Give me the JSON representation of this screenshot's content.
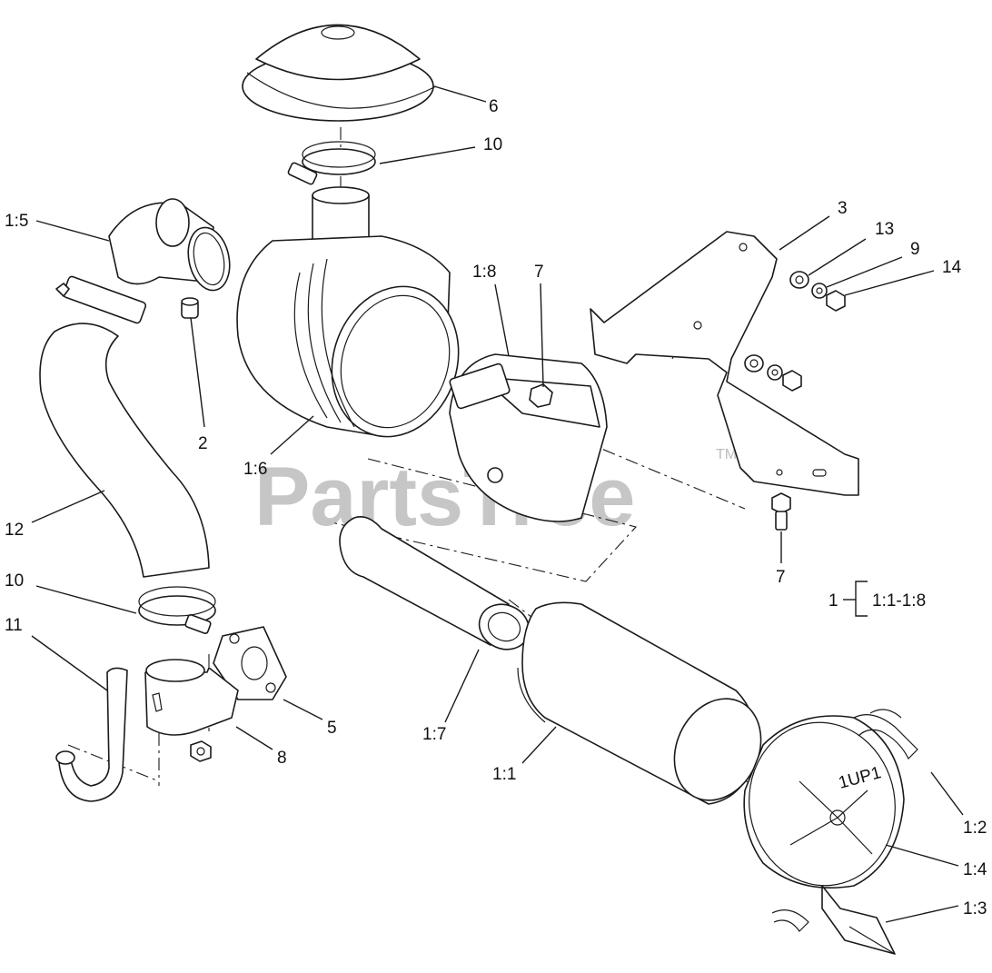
{
  "watermark": {
    "text": "PartsTree",
    "tm": "TM"
  },
  "callouts": {
    "c6": "6",
    "c10_top": "10",
    "c1_5": "1:5",
    "c3": "3",
    "c13": "13",
    "c9": "9",
    "c14": "14",
    "c1_8": "1:8",
    "c7_top": "7",
    "c2": "2",
    "c1_6": "1:6",
    "c12": "12",
    "c7_bottom": "7",
    "c10_bottom": "10",
    "c11": "11",
    "c5": "5",
    "c8": "8",
    "c1_7": "1:7",
    "c1_1": "1:1",
    "c1_2": "1:2",
    "c1_4": "1:4",
    "c1_3": "1:3"
  },
  "group_legend": {
    "number": "1",
    "range": "1:1-1:8"
  },
  "embossed_label": "1UP1"
}
